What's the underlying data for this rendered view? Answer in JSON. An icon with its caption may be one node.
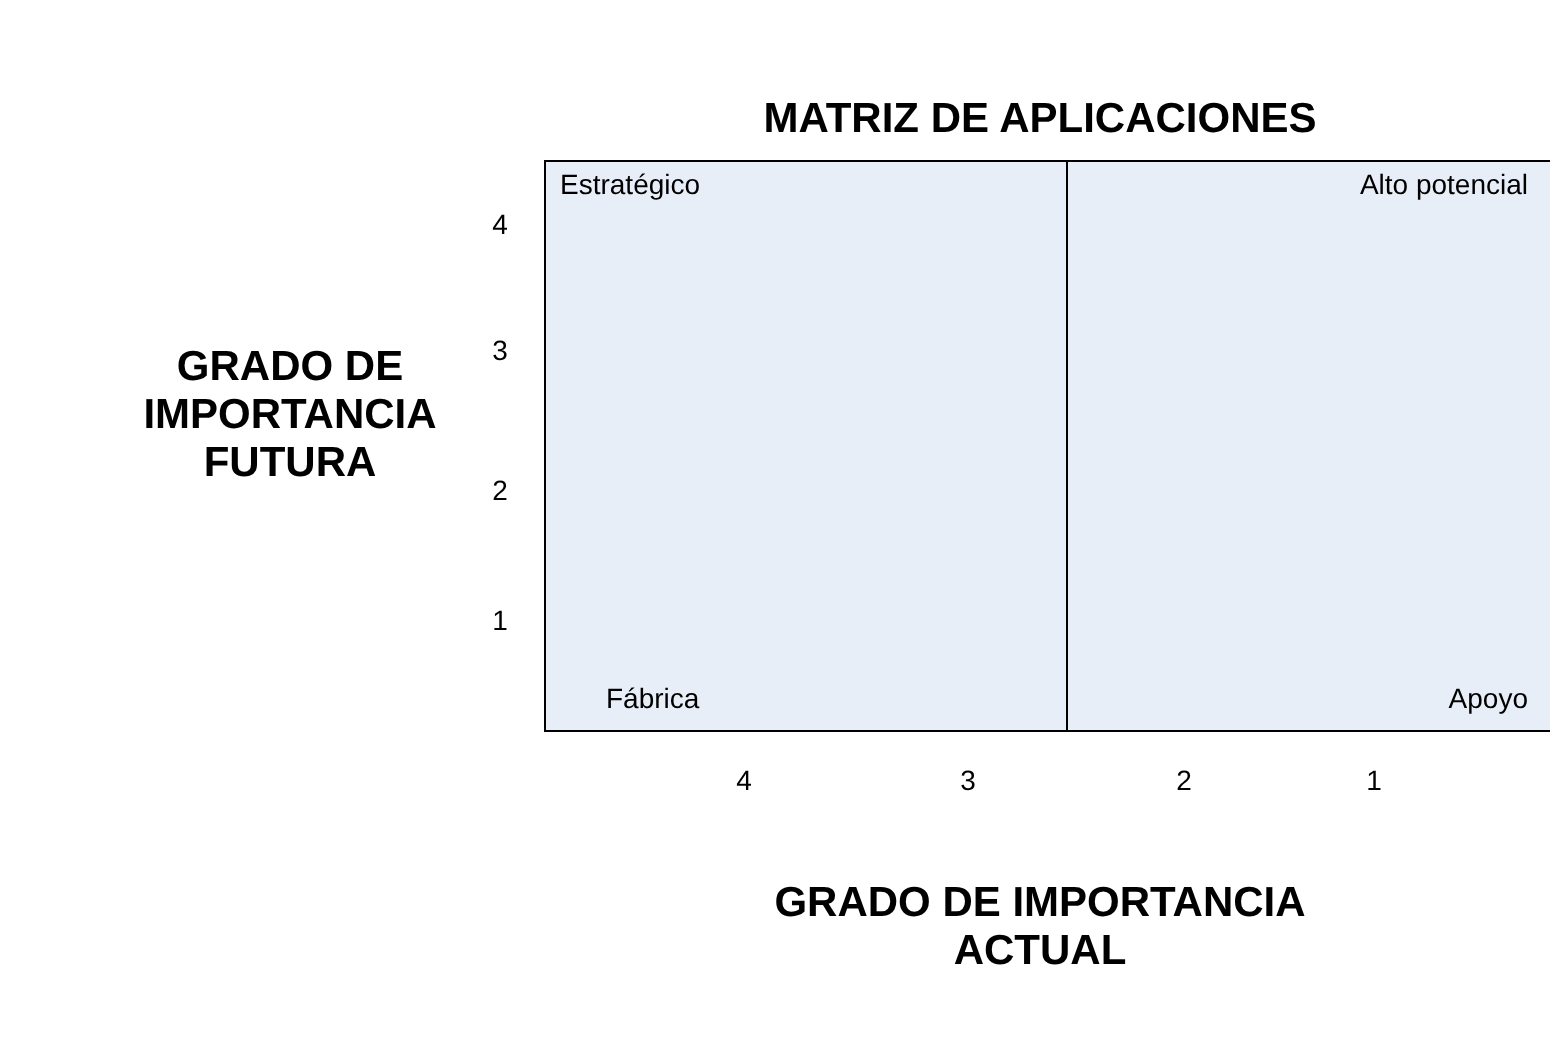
{
  "diagram": {
    "title": "MATRIZ DE APLICACIONES",
    "nodes": [
      {
        "text": [
          "Estratégico",
          "Fábrica"
        ]
      },
      {
        "text": [
          "Alto potencial",
          "Apoyo"
        ]
      }
    ],
    "edges": [],
    "labels": [
      "GRADO DE IMPORTANCIA FUTURA",
      "4",
      "3",
      "2",
      "1",
      "4",
      "3",
      "2",
      "1",
      "GRADO DE IMPORTANCIA ACTUAL"
    ]
  }
}
